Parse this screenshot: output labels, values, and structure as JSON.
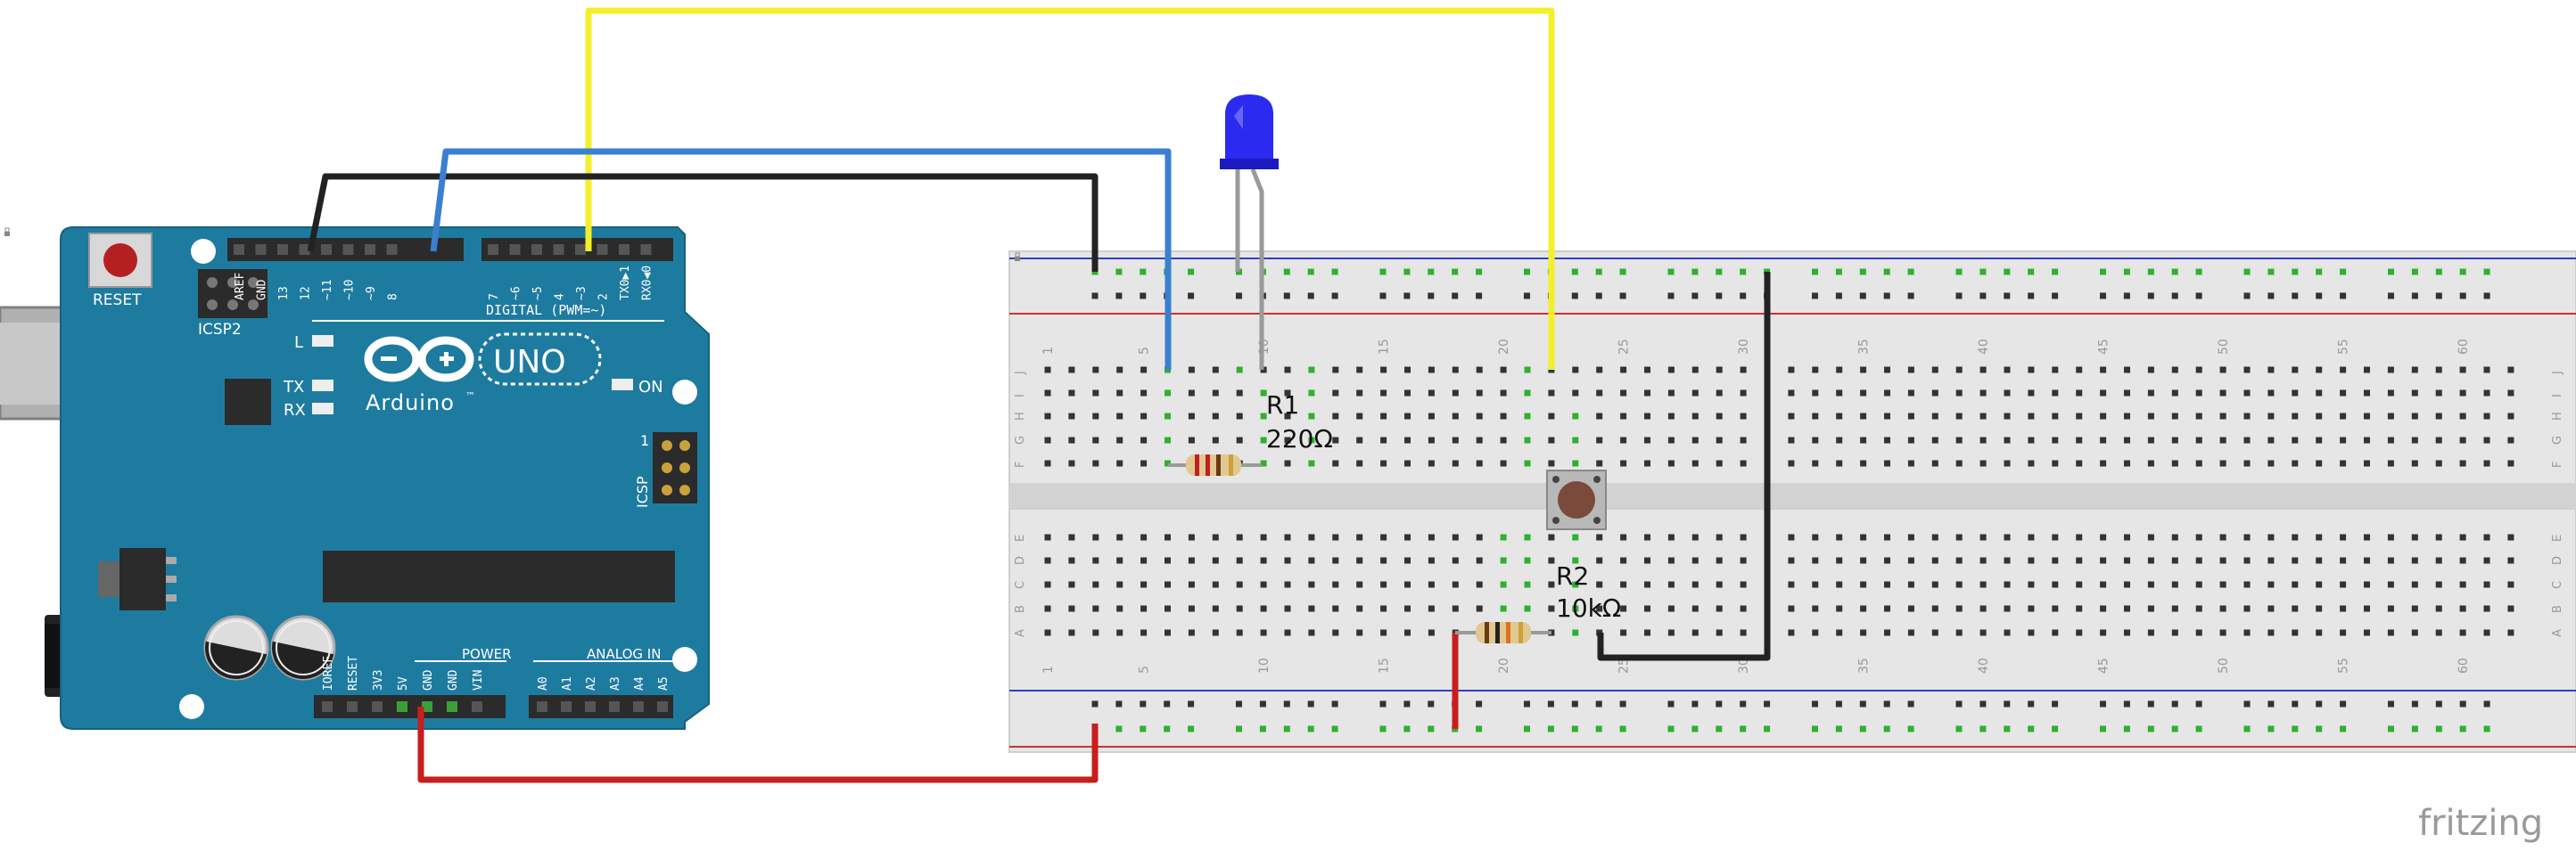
{
  "arduino": {
    "reset_label": "RESET",
    "icsp2_label": "ICSP2",
    "icsp_label": "ICSP",
    "icsp_pin1": "1",
    "brand_text": "Arduino",
    "tm_mark": "™",
    "model_text": "UNO",
    "led_l": "L",
    "led_tx": "TX",
    "led_rx": "RX",
    "led_on": "ON",
    "digital_label": "DIGITAL (PWM=~)",
    "power_label": "POWER",
    "analog_label": "ANALOG IN",
    "top_header_left": [
      "AREF",
      "GND",
      "13",
      "12",
      "~11",
      "~10",
      "~9",
      "8"
    ],
    "top_header_right": [
      "7",
      "~6",
      "~5",
      "4",
      "~3",
      "2",
      "TX0▶1",
      "RX0◀0"
    ],
    "power_pins": [
      "IOREF",
      "RESET",
      "3V3",
      "5V",
      "GND",
      "GND",
      "VIN"
    ],
    "analog_pins": [
      "A0",
      "A1",
      "A2",
      "A3",
      "A4",
      "A5"
    ]
  },
  "breadboard": {
    "column_numbers": [
      "1",
      "5",
      "10",
      "15",
      "20",
      "25",
      "30",
      "35",
      "40",
      "45",
      "50",
      "55",
      "60"
    ],
    "row_letters_top": [
      "J",
      "I",
      "H",
      "G",
      "F"
    ],
    "row_letters_bottom": [
      "E",
      "D",
      "C",
      "B",
      "A"
    ]
  },
  "components": {
    "r1": {
      "name": "R1",
      "value": "220Ω"
    },
    "r2": {
      "name": "R2",
      "value": "10kΩ"
    }
  },
  "colors": {
    "board": "#1e7ba0",
    "wire_yellow": "#f4ef2c",
    "wire_blue": "#3a7fd0",
    "wire_black": "#222222",
    "wire_red": "#c81e1e",
    "led_blue": "#2a2af0",
    "breadboard": "#e8e8e8",
    "rail_red": "#d03030",
    "rail_blue": "#3040c0"
  },
  "watermark": "fritzing"
}
